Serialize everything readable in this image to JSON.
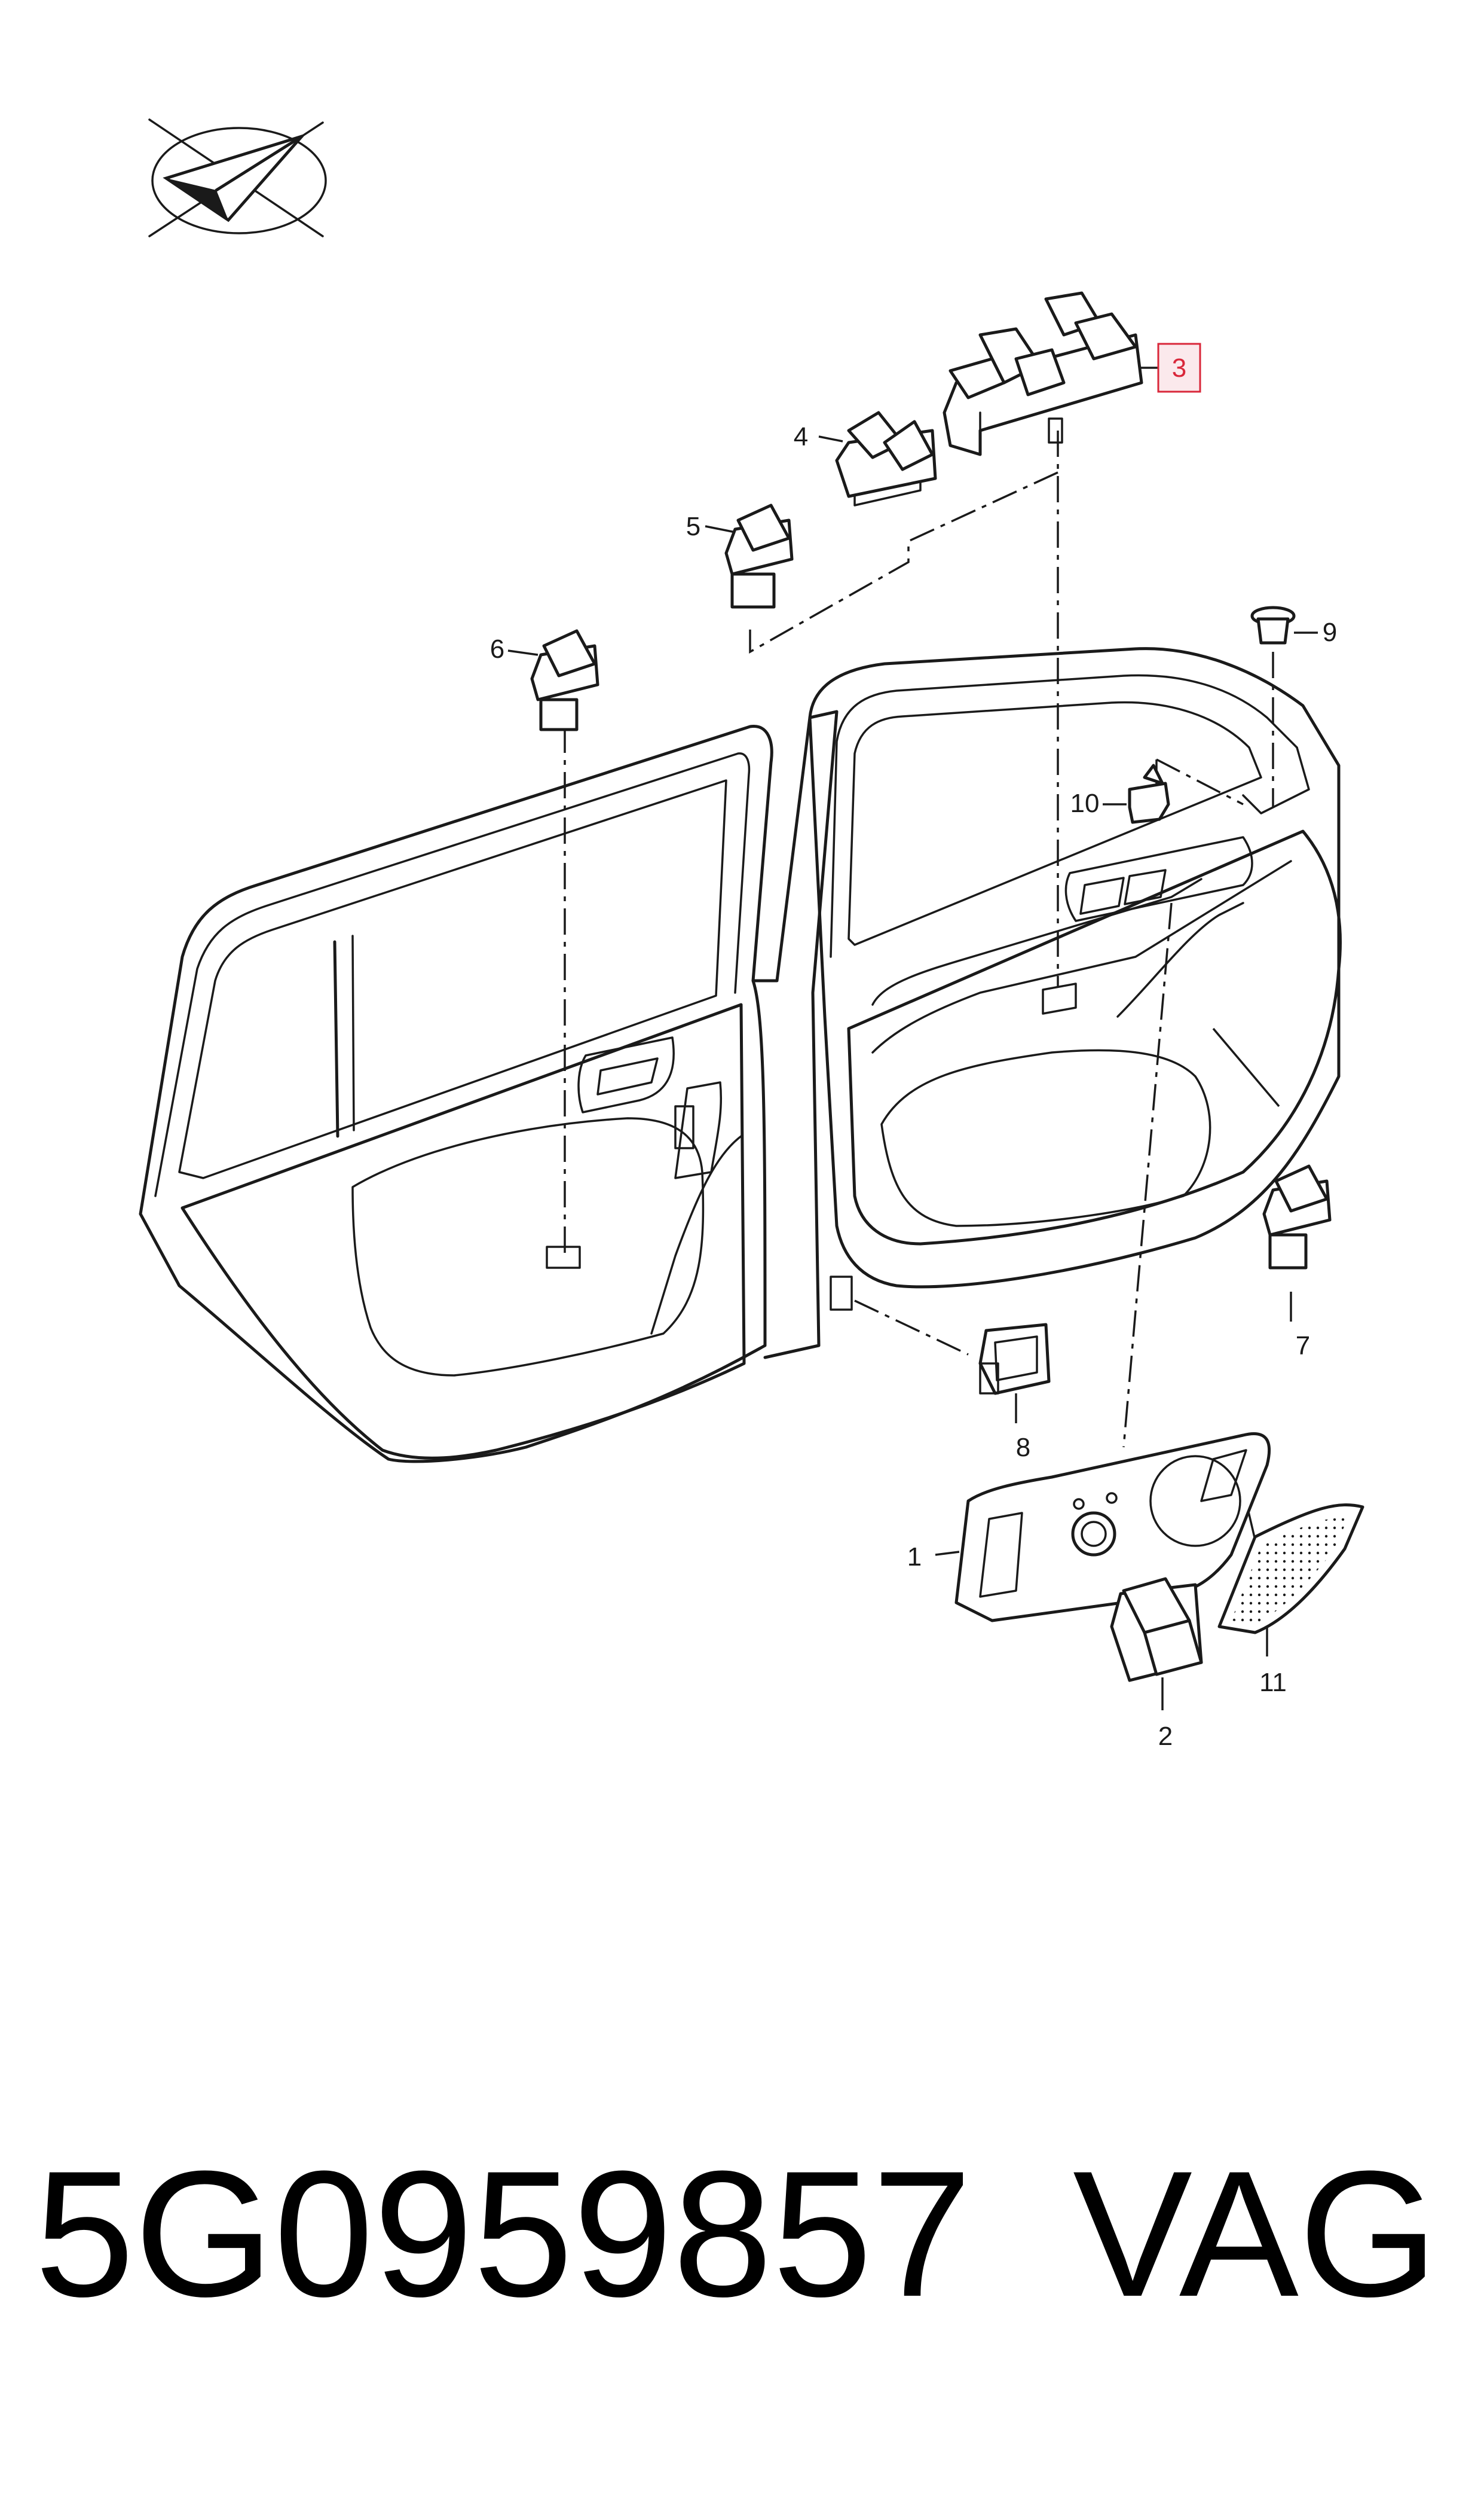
{
  "part_number": "5G0959857",
  "brand": "VAG",
  "icons": {
    "logo": "paper-plane-check-logo"
  },
  "callouts": [
    {
      "id": "1",
      "label": "1",
      "highlighted": false
    },
    {
      "id": "2",
      "label": "2",
      "highlighted": false
    },
    {
      "id": "3",
      "label": "3",
      "highlighted": true
    },
    {
      "id": "4",
      "label": "4",
      "highlighted": false
    },
    {
      "id": "5",
      "label": "5",
      "highlighted": false
    },
    {
      "id": "6",
      "label": "6",
      "highlighted": false
    },
    {
      "id": "7",
      "label": "7",
      "highlighted": false
    },
    {
      "id": "8",
      "label": "8",
      "highlighted": false
    },
    {
      "id": "9",
      "label": "9",
      "highlighted": false
    },
    {
      "id": "10",
      "label": "10",
      "highlighted": false
    },
    {
      "id": "11",
      "label": "11",
      "highlighted": false
    }
  ],
  "colors": {
    "line": "#1a1a1a",
    "highlight": "#d9273a",
    "highlight_fill": "#fbe9ec"
  }
}
